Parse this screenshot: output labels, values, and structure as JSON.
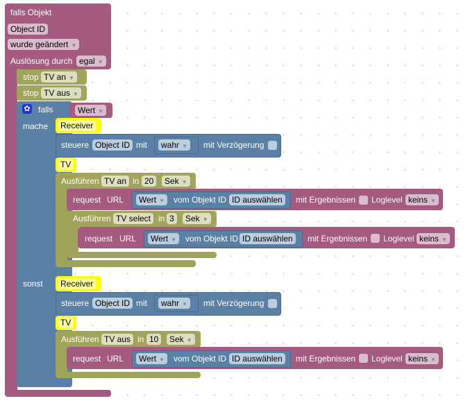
{
  "event_block": {
    "title": "falls Objekt",
    "object_field": "Object ID",
    "condition": "wurde geändert",
    "trigger_label": "Auslösung durch",
    "trigger_value": "egal"
  },
  "stop_blocks": [
    {
      "label": "stop",
      "timer": "TV an"
    },
    {
      "label": "stop",
      "timer": "TV aus"
    }
  ],
  "if_block": {
    "if_label": "falls",
    "condition": "Wert",
    "do_label": "mache",
    "else_label": "sonst"
  },
  "then_branch": {
    "comment1": "Receiver",
    "control": {
      "label": "steuere",
      "object": "Object ID",
      "with": "mit",
      "value": "wahr",
      "delay": "mit Verzögerung"
    },
    "comment2": "TV",
    "timeout": {
      "label": "Ausführen",
      "name": "TV an",
      "in": "in",
      "delay": "20",
      "unit": "Sek"
    },
    "request1": {
      "label": "request",
      "url": "URL",
      "attr": "Wert",
      "from": "vom Objekt ID",
      "id": "ID auswählen",
      "results": "mit Ergebnissen",
      "loglevel": "Loglevel",
      "level": "keins"
    },
    "timeout2": {
      "label": "Ausführen",
      "name": "TV select",
      "in": "in",
      "delay": "3",
      "unit": "Sek"
    },
    "request2": {
      "label": "request",
      "url": "URL",
      "attr": "Wert",
      "from": "vom Objekt ID",
      "id": "ID auswählen",
      "results": "mit Ergebnissen",
      "loglevel": "Loglevel",
      "level": "keins"
    }
  },
  "else_branch": {
    "comment1": "Receiver",
    "control": {
      "label": "steuere",
      "object": "Object ID",
      "with": "mit",
      "value": "wahr",
      "delay": "mit Verzögerung"
    },
    "comment2": "TV",
    "timeout": {
      "label": "Ausführen",
      "name": "TV aus",
      "in": "in",
      "delay": "10",
      "unit": "Sek"
    },
    "request": {
      "label": "request",
      "url": "URL",
      "attr": "Wert",
      "from": "vom Objekt ID",
      "id": "ID auswählen",
      "results": "mit Ergebnissen",
      "loglevel": "Loglevel",
      "level": "keins"
    }
  },
  "colors": {
    "event": "#a55b80",
    "timer": "#a0a55b",
    "logic": "#5b80a5",
    "comment": "#ffff00"
  }
}
